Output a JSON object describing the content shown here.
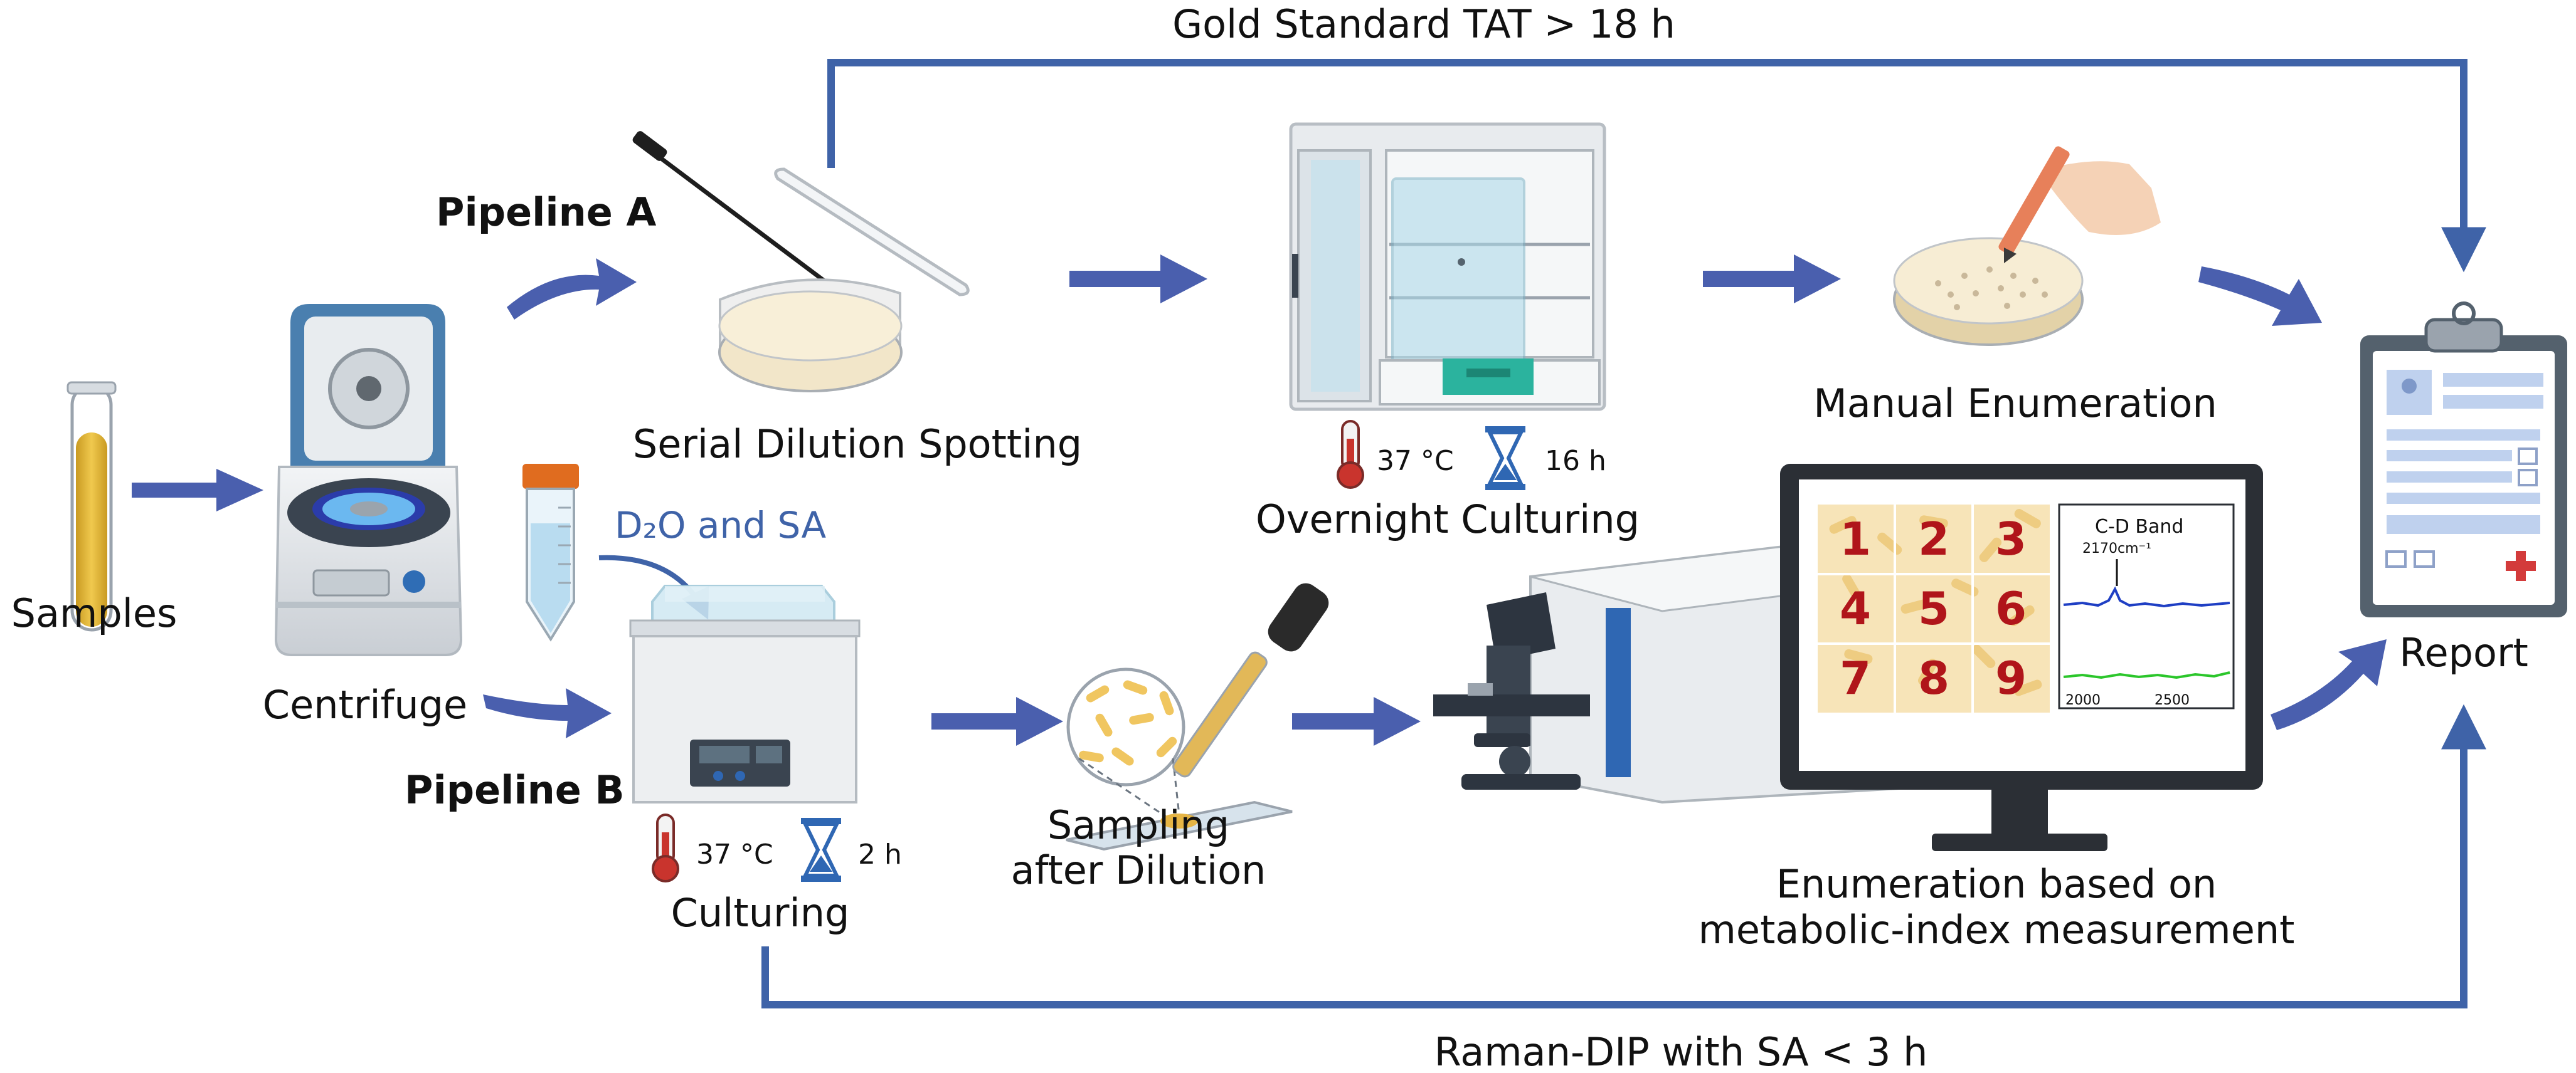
{
  "colors": {
    "flow_blue": "#3F63A8",
    "arrow_blue": "#4A5FAE",
    "agar": "#F3E6C6",
    "broth": "#E1B43A",
    "thermo_red": "#C9342D",
    "hourglass_blue": "#2F67B3",
    "grid_number_red": "#B0151A",
    "spectrum_blue": "#1F3FC4",
    "spectrum_green": "#2BC62B"
  },
  "top_path": {
    "label": "Gold Standard TAT > 18 h"
  },
  "bottom_path": {
    "label": "Raman-DIP with SA < 3 h"
  },
  "pipeline_a": {
    "label": "Pipeline A",
    "steps": {
      "spotting": "Serial Dilution Spotting",
      "overnight": "Overnight Culturing",
      "overnight_temp": "37 °C",
      "overnight_time": "16 h",
      "manual": "Manual Enumeration"
    }
  },
  "pipeline_b": {
    "label": "Pipeline B",
    "reagents": "D₂O and SA",
    "steps": {
      "culturing": "Culturing",
      "culturing_temp": "37 °C",
      "culturing_time": "2 h",
      "sampling_line1": "Sampling",
      "sampling_line2": "after Dilution",
      "enumeration_line1": "Enumeration based on",
      "enumeration_line2": "metabolic-index measurement"
    }
  },
  "shared": {
    "samples": "Samples",
    "centrifuge": "Centrifuge",
    "report": "Report"
  },
  "monitor": {
    "grid_numbers": [
      "1",
      "2",
      "3",
      "4",
      "5",
      "6",
      "7",
      "8",
      "9"
    ],
    "spectrum_title": "C-D Band",
    "peak_label": "2170cm⁻¹",
    "x_ticks": [
      "2000",
      "2500"
    ]
  }
}
